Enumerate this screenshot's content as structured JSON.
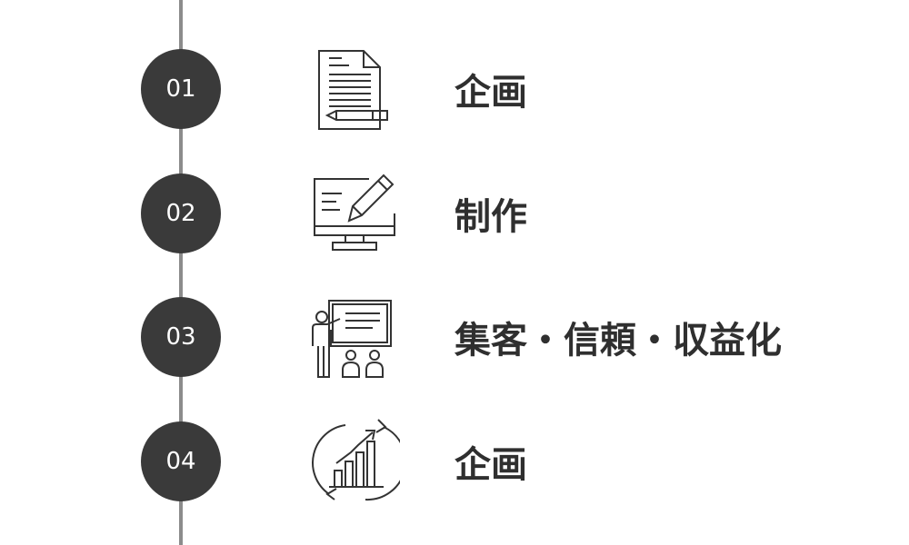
{
  "steps": [
    {
      "number": "01",
      "label": "企画",
      "icon": "document-pen-icon"
    },
    {
      "number": "02",
      "label": "制作",
      "icon": "monitor-pencil-icon"
    },
    {
      "number": "03",
      "label": "集客・信頼・収益化",
      "icon": "presentation-audience-icon"
    },
    {
      "number": "04",
      "label": "企画",
      "icon": "growth-chart-cycle-icon"
    }
  ],
  "colors": {
    "circle": "#3a3a3a",
    "line": "#8c8c8c",
    "text": "#2f2f2f",
    "icon_stroke": "#333333"
  }
}
